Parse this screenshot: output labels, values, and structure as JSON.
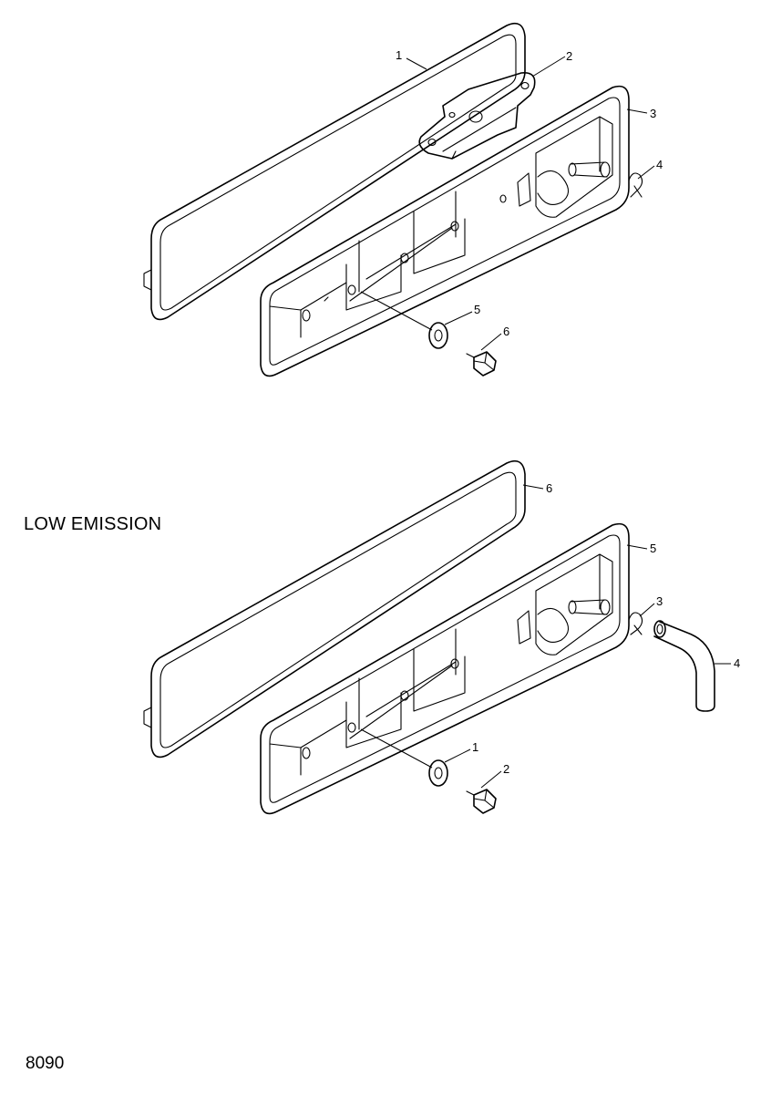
{
  "variant_label": "LOW EMISSION",
  "page_code": "8090",
  "upper_assembly": {
    "callouts": [
      "1",
      "2",
      "3",
      "4",
      "5",
      "6"
    ]
  },
  "lower_assembly": {
    "callouts": [
      "6",
      "5",
      "3",
      "4",
      "1",
      "2"
    ]
  }
}
